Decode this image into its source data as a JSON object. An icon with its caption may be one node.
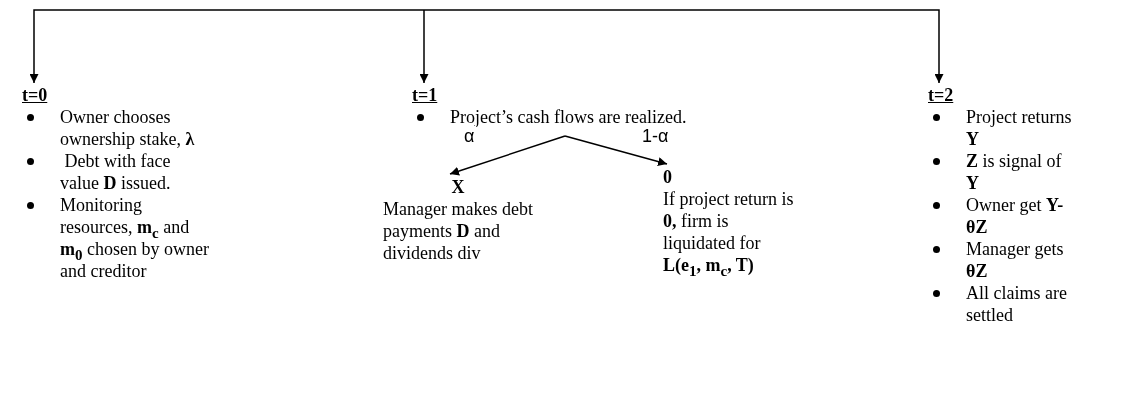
{
  "diagram": {
    "nodes": [
      {
        "text": [
          "t=0",
          "Owner chooses ownership stake, **λ**",
          " Debt with face value **D** issued.",
          "Monitoring resources, **m$_{c}$** and **m$_{0}$** chosen by owner and creditor"
        ]
      },
      {
        "text": [
          "t=1",
          "Project’s cash flows are realized."
        ]
      },
      {
        "text": [
          "X",
          "Manager makes debt payments **D** and dividends div"
        ]
      },
      {
        "text": [
          "0",
          "If project return is **0,** firm is liquidated for **L(e$_{1}$, m$_{c}$, T)**"
        ]
      },
      {
        "text": [
          "t=2",
          "Project returns **Y**",
          "**Z** is signal of **Y**",
          "Owner get **Y-θZ**",
          "Manager gets **θZ**",
          "All claims are settled"
        ]
      }
    ],
    "edges": [
      {
        "from": null,
        "to": 0,
        "arrow": "to"
      },
      {
        "from": null,
        "to": 1,
        "arrow": "to"
      },
      {
        "from": null,
        "to": 4,
        "arrow": "to"
      },
      {
        "from": 1,
        "to": 2,
        "arrow": "to",
        "label": "α"
      },
      {
        "from": 1,
        "to": 3,
        "arrow": "to",
        "label": "1-α"
      }
    ]
  }
}
